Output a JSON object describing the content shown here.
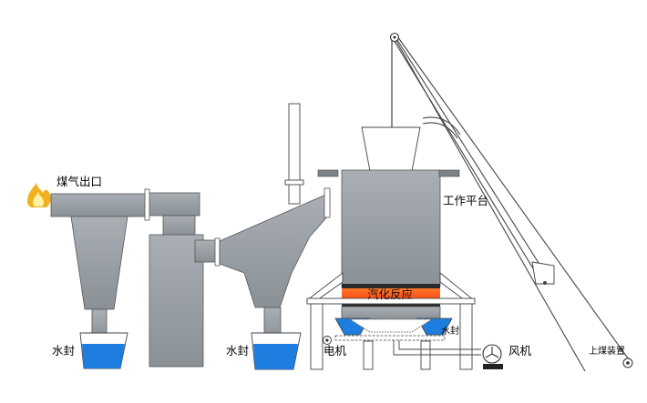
{
  "labels": {
    "gas_outlet": "煤气出口",
    "work_platform": "工作平台",
    "gasification_reaction": "汽化反应",
    "water_seal_1": "水封",
    "water_seal_2": "水封",
    "water_seal_3": "水封",
    "motor": "电机",
    "fan": "风机",
    "coal_feeder": "上煤装置"
  },
  "colors": {
    "equipment_gray": "#9aa0a6",
    "equipment_dark": "#7d8489",
    "water_blue": "#1e7ee0",
    "reaction_orange": "#ff5a1a",
    "reaction_dark": "#2a2a2a",
    "outline": "#333333"
  },
  "icons": [
    "flame-icon",
    "motor-icon",
    "fan-icon",
    "pulley-icon"
  ]
}
